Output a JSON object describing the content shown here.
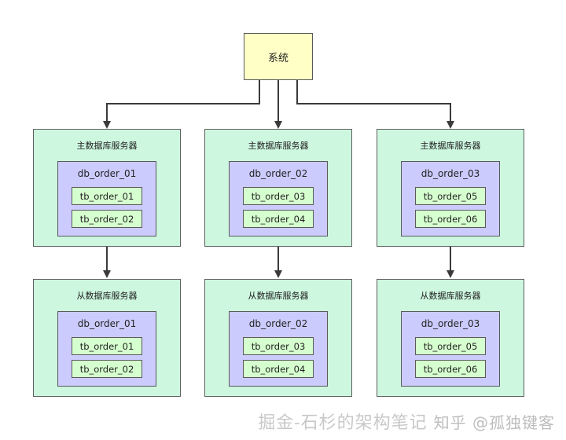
{
  "system": {
    "label": "系统"
  },
  "master_servers": [
    {
      "label": "主数据库服务器",
      "db": "db_order_01",
      "tables": [
        "tb_order_01",
        "tb_order_02"
      ]
    },
    {
      "label": "主数据库服务器",
      "db": "db_order_02",
      "tables": [
        "tb_order_03",
        "tb_order_04"
      ]
    },
    {
      "label": "主数据库服务器",
      "db": "db_order_03",
      "tables": [
        "tb_order_05",
        "tb_order_06"
      ]
    }
  ],
  "slave_servers": [
    {
      "label": "从数据库服务器",
      "db": "db_order_01",
      "tables": [
        "tb_order_01",
        "tb_order_02"
      ]
    },
    {
      "label": "从数据库服务器",
      "db": "db_order_02",
      "tables": [
        "tb_order_03",
        "tb_order_04"
      ]
    },
    {
      "label": "从数据库服务器",
      "db": "db_order_03",
      "tables": [
        "tb_order_05",
        "tb_order_06"
      ]
    }
  ],
  "watermark": {
    "text": "掘金-石杉的架构笔记",
    "zhihu": "知乎 @孤独键客"
  },
  "colors": {
    "system_fill": "#ffffc6",
    "server_fill": "#cdf7df",
    "db_fill": "#cbcbfd",
    "table_fill": "#d6ffcf",
    "stroke": "#5a5a5a"
  }
}
